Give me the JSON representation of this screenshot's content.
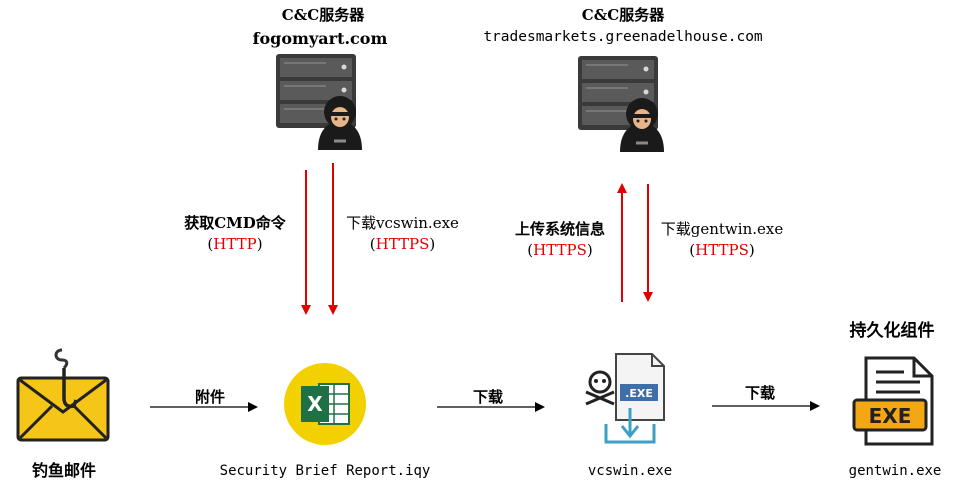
{
  "servers": [
    {
      "title": "C&C服务器",
      "domain": "fogomyart.com"
    },
    {
      "title": "C&C服务器",
      "domain": "tradesmarkets.greenadelhouse.com"
    }
  ],
  "flows": {
    "get_cmd": {
      "label": "获取CMD命令",
      "protocol": "HTTP"
    },
    "download_vcswin": {
      "label": "下载vcswin.exe",
      "protocol": "HTTPS"
    },
    "upload_sysinfo": {
      "label": "上传系统信息",
      "protocol": "HTTPS"
    },
    "download_gentwin": {
      "label": "下载gentwin.exe",
      "protocol": "HTTPS"
    }
  },
  "steps": {
    "attachment": "附件",
    "download1": "下载",
    "download2": "下载"
  },
  "nodes": {
    "phishing": "钓鱼邮件",
    "report": "Security Brief Report.iqy",
    "vcswin": "vcswin.exe",
    "gentwin": "gentwin.exe",
    "persistence": "持久化组件"
  },
  "icons": {
    "exe_badge": ".EXE",
    "exe_file": "EXE",
    "excel": "X"
  },
  "colors": {
    "arrow_red": "#e00000",
    "protocol_red": "#e00000",
    "excel_circle": "#f3d100",
    "excel_green": "#1e7145",
    "mail_yellow": "#f5c518",
    "exe_orange": "#f3a712"
  }
}
